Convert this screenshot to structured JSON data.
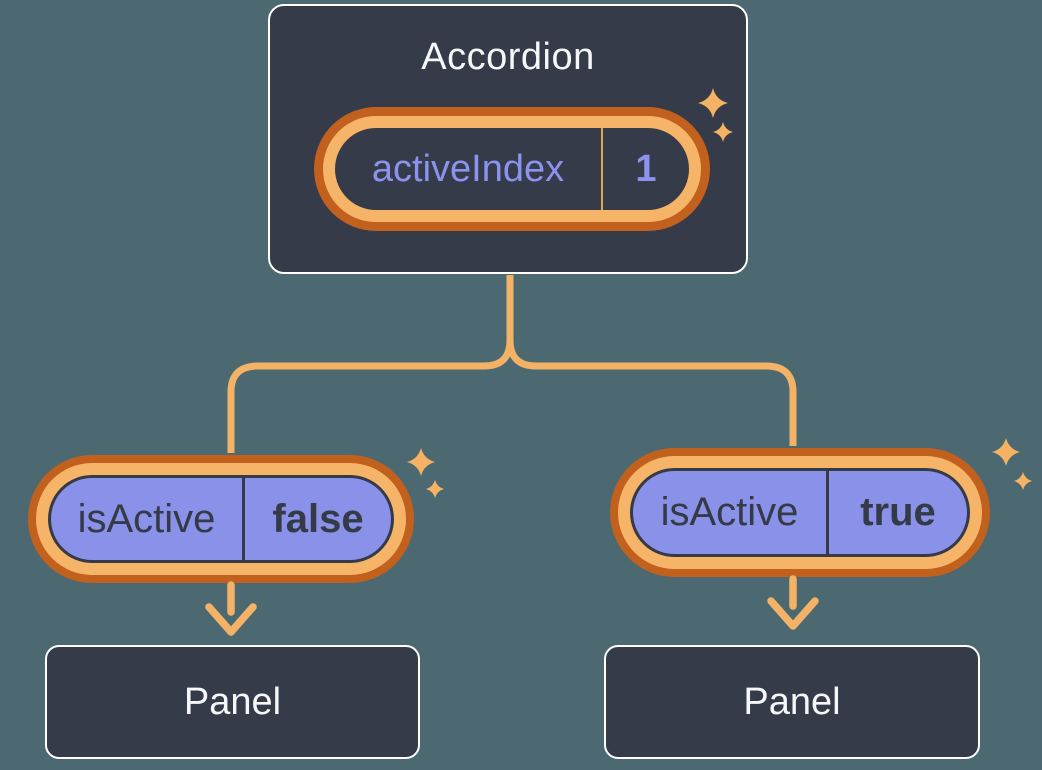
{
  "colors": {
    "background": "#4C6971",
    "card_background": "#353B48",
    "card_border": "#FFFFFF",
    "text_light": "#F6F7F9",
    "purple_text": "#8B93EE",
    "pill_purple_fill": "#8A91E9",
    "dark_text": "#343A46",
    "orange_ring_outer": "#C2601E",
    "orange_ring_inner": "#F6B469",
    "connector_orange": "#F4B266",
    "sparkle_orange": "#F5B264",
    "state_divider_orange": "#E8A34C"
  },
  "icons": {
    "sparkle": "four-point-star"
  },
  "diagram": {
    "root": {
      "title": "Accordion",
      "state_pill": {
        "name": "activeIndex",
        "value": "1"
      }
    },
    "children": [
      {
        "prop_pill": {
          "name": "isActive",
          "value": "false"
        },
        "panel": {
          "label": "Panel"
        }
      },
      {
        "prop_pill": {
          "name": "isActive",
          "value": "true"
        },
        "panel": {
          "label": "Panel"
        }
      }
    ]
  }
}
